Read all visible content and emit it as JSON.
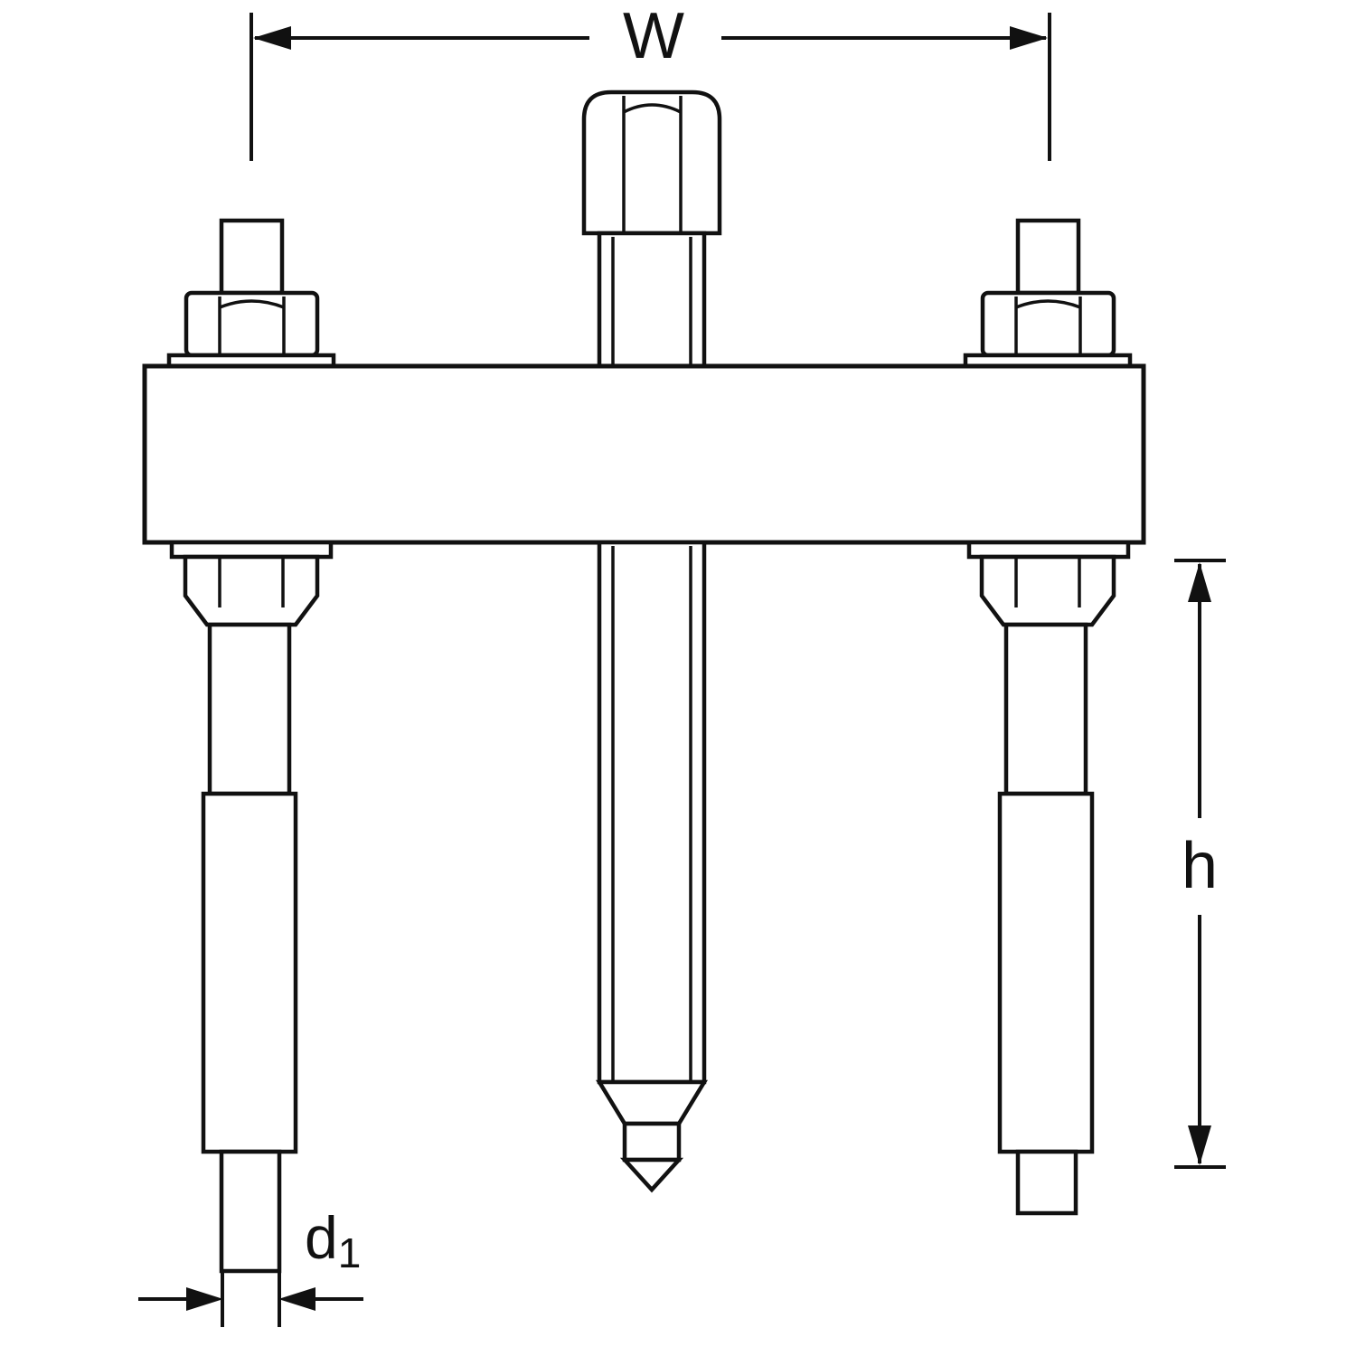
{
  "figure": {
    "type": "technical-line-drawing",
    "subject": "two-arm-mechanical-puller",
    "background_color": "#ffffff",
    "line_color": "#111111",
    "labels": {
      "width": "W",
      "height": "h",
      "diameter_main": "d",
      "diameter_subscript": "1"
    }
  }
}
